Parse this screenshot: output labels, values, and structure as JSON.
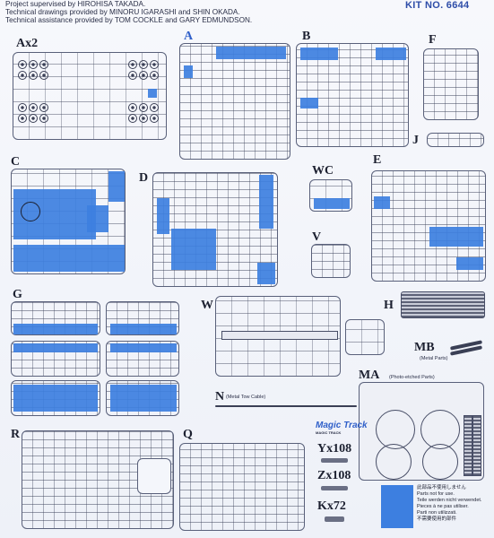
{
  "credits": [
    "Project supervised by HIROHISA TAKADA.",
    "Technical drawings provided by MINORU IGARASHI and SHIN OKADA.",
    "Technical assistance provided by TOM COCKLE and GARY EDMUNDSON."
  ],
  "kit_number": "KIT NO. 6644",
  "sprue_labels": {
    "ax2": "Ax2",
    "a": "A",
    "b": "B",
    "f": "F",
    "j": "J",
    "c": "C",
    "d": "D",
    "wc": "WC",
    "e": "E",
    "v": "V",
    "g": "G",
    "w": "W",
    "h": "H",
    "mb": "MB",
    "n": "N",
    "ma": "MA",
    "r": "R",
    "q": "Q",
    "yx108": "Yx108",
    "zx108": "Zx108",
    "kx72": "Kx72"
  },
  "notes": {
    "mb": "(Metal Parts)",
    "n": "(Metal Tow Cable)",
    "ma": "(Photo-etched Parts)"
  },
  "logo": {
    "main": "Magic Track",
    "sub": "MAGIC TRACK"
  },
  "legend": [
    "此部品不使用しません",
    "Parts not for use.",
    "Teile werden nicht verwendet.",
    "Pieces à ne pas utiliser.",
    "Parti non utilizzati.",
    "不需要使用的部件"
  ],
  "colors": {
    "unused_parts": "#3d7fe0",
    "label_blue": "#2f5fc9",
    "ink": "#1c2030"
  }
}
